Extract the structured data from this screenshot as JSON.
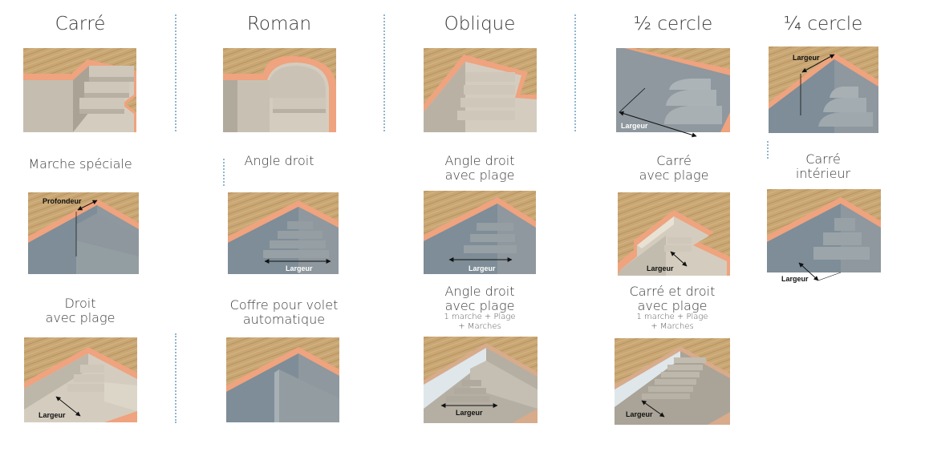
{
  "colors": {
    "wood": "#c9a774",
    "coping": "#efa37e",
    "wall_beige": "#c8c1b3",
    "floor_beige": "#d4cdbf",
    "wall_grey": "#7e8d97",
    "floor_grey": "#97a1a6",
    "separator": "#8fb6cf",
    "title_text": "#3a3a3a"
  },
  "rows": [
    {
      "items": [
        {
          "id": "carre",
          "title": "Carré",
          "measure": null
        },
        {
          "id": "roman",
          "title": "Roman",
          "measure": null
        },
        {
          "id": "oblique",
          "title": "Oblique",
          "measure": null
        },
        {
          "id": "demi-cercle",
          "title": "½ cercle",
          "measure": "Largeur"
        },
        {
          "id": "quart-cercle",
          "title": "¼ cercle",
          "measure": "Largeur"
        }
      ]
    },
    {
      "items": [
        {
          "id": "marche-speciale",
          "title": "Marche spéciale",
          "measure": "Profondeur"
        },
        {
          "id": "angle-droit",
          "title": "Angle droit",
          "measure": "Largeur"
        },
        {
          "id": "angle-droit-plage",
          "title_line1": "Angle droit",
          "title_line2": "avec plage",
          "measure": "Largeur"
        },
        {
          "id": "carre-plage",
          "title_line1": "Carré",
          "title_line2": "avec plage",
          "measure": "Largeur"
        },
        {
          "id": "carre-interieur",
          "title_line1": "Carré",
          "title_line2": "intérieur",
          "measure": "Largeur"
        }
      ]
    },
    {
      "items": [
        {
          "id": "droit-plage",
          "title_line1": "Droit",
          "title_line2": "avec plage",
          "measure": "Largeur"
        },
        {
          "id": "coffre-volet",
          "title_line1": "Coffre pour volet",
          "title_line2": "automatique",
          "measure": null
        },
        {
          "id": "angle-droit-plage-marches",
          "title_line1": "Angle droit",
          "title_line2": "avec plage",
          "sub_line1": "1 marche + Plage",
          "sub_line2": "+ Marches",
          "measure": "Largeur"
        },
        {
          "id": "carre-droit-plage-marches",
          "title_line1": "Carré et droit",
          "title_line2": "avec plage",
          "sub_line1": "1 marche + Plage",
          "sub_line2": "+ Marches",
          "measure": "Largeur"
        }
      ]
    }
  ]
}
